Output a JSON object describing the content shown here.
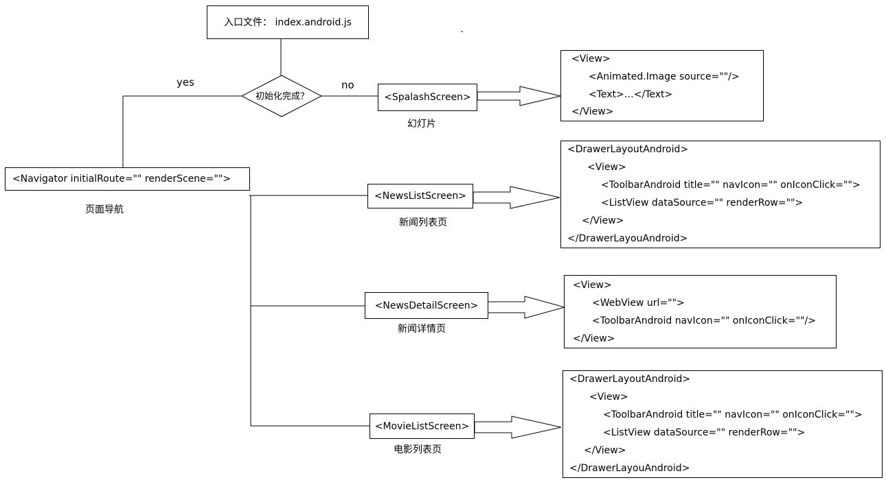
{
  "entry": {
    "label": "入口文件： index.android.js"
  },
  "decision": {
    "label": "初始化完成？",
    "yes": "yes",
    "no": "no"
  },
  "navigator": {
    "label": "<Navigator initialRoute=\"\"  renderScene=\"\">",
    "caption": "页面导航"
  },
  "splash": {
    "label": "<SpalashScreen>",
    "caption": "幻灯片",
    "code": [
      "<View>",
      "<Animated.Image source=\"\"/>",
      "<Text>…</Text>",
      "</View>"
    ]
  },
  "news_list": {
    "label": "<NewsListScreen>",
    "caption": "新闻列表页",
    "code": [
      "<DrawerLayoutAndroid>",
      "<View>",
      "<ToolbarAndroid title=\"\" navIcon=\"\" onIconClick=\"\">",
      "<ListView dataSource=\"\" renderRow=\"\">",
      "</View>",
      "</DrawerLayouAndroid>"
    ]
  },
  "news_detail": {
    "label": "<NewsDetailScreen>",
    "caption": "新闻详情页",
    "code": [
      "<View>",
      "<WebView url=\"\">",
      "<ToolbarAndroid navIcon=\"\" onIconClick=\"\"/>",
      "</View>"
    ]
  },
  "movie_list": {
    "label": "<MovieListScreen>",
    "caption": "电影列表页",
    "code": [
      "<DrawerLayoutAndroid>",
      "<View>",
      "<ToolbarAndroid title=\"\" navIcon=\"\" onIconClick=\"\">",
      "<ListView dataSource=\"\" renderRow=\"\">",
      "</View>",
      "</DrawerLayouAndroid>"
    ]
  }
}
